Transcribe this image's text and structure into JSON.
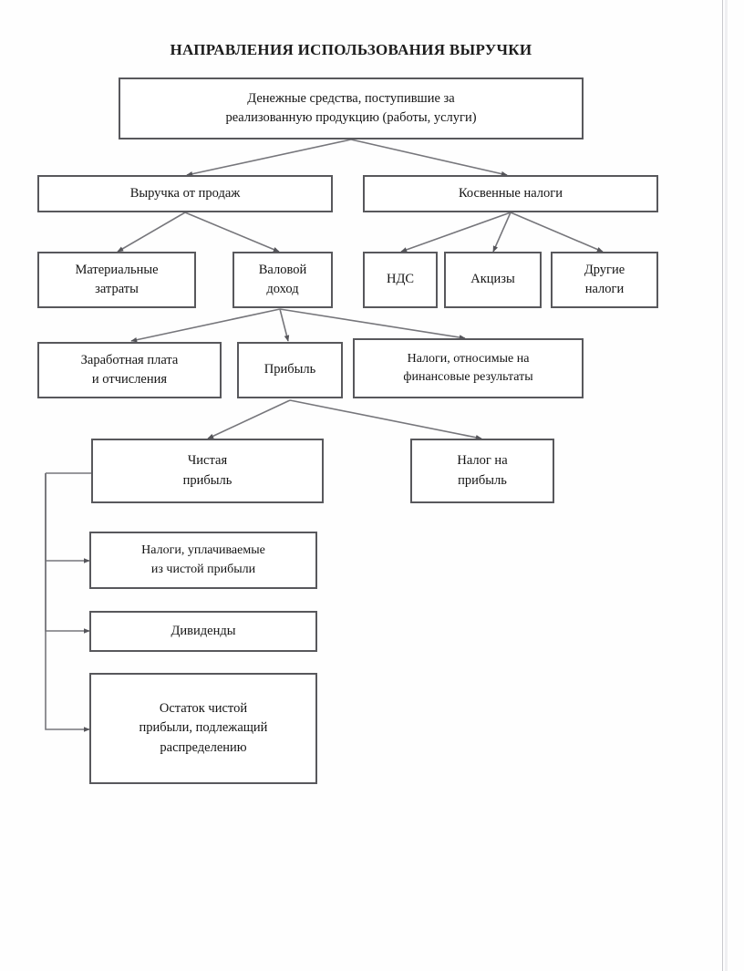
{
  "document": {
    "title": "НАПРАВЛЕНИЯ ИСПОЛЬЗОВАНИЯ ВЫРУЧКИ",
    "language": "ru"
  },
  "chart_data": {
    "type": "diagram",
    "diagram_kind": "flowchart-tree",
    "title": "НАПРАВЛЕНИЯ ИСПОЛЬЗОВАНИЯ ВЫРУЧКИ",
    "orientation": "top-down",
    "nodes": [
      {
        "id": "cash",
        "label": "Денежные средства, поступившие за\nреализованную продукцию (работы, услуги)",
        "level": 0
      },
      {
        "id": "revenue",
        "label": "Выручка от продаж",
        "level": 1
      },
      {
        "id": "indirect_tax",
        "label": "Косвенные налоги",
        "level": 1
      },
      {
        "id": "material",
        "label": "Материальные\nзатраты",
        "level": 2
      },
      {
        "id": "gross_income",
        "label": "Валовой\nдоход",
        "level": 2
      },
      {
        "id": "vat",
        "label": "НДС",
        "level": 2
      },
      {
        "id": "excise",
        "label": "Акцизы",
        "level": 2
      },
      {
        "id": "other_taxes",
        "label": "Другие\nналоги",
        "level": 2
      },
      {
        "id": "wages",
        "label": "Заработная плата\nи отчисления",
        "level": 3
      },
      {
        "id": "profit",
        "label": "Прибыль",
        "level": 3
      },
      {
        "id": "fin_res_taxes",
        "label": "Налоги, относимые на\nфинансовые результаты",
        "level": 3
      },
      {
        "id": "net_profit",
        "label": "Чистая\nприбыль",
        "level": 4
      },
      {
        "id": "profit_tax",
        "label": "Налог на\nприбыль",
        "level": 4
      },
      {
        "id": "taxes_from_np",
        "label": "Налоги, уплачиваемые\nиз чистой прибыли",
        "level": 5
      },
      {
        "id": "dividends",
        "label": "Дивиденды",
        "level": 5
      },
      {
        "id": "remainder",
        "label": "Остаток чистой\nприбыли, подлежащий\nраспределению",
        "level": 5
      }
    ],
    "edges": [
      {
        "from": "cash",
        "to": "revenue"
      },
      {
        "from": "cash",
        "to": "indirect_tax"
      },
      {
        "from": "revenue",
        "to": "material"
      },
      {
        "from": "revenue",
        "to": "gross_income"
      },
      {
        "from": "indirect_tax",
        "to": "vat"
      },
      {
        "from": "indirect_tax",
        "to": "excise"
      },
      {
        "from": "indirect_tax",
        "to": "other_taxes"
      },
      {
        "from": "gross_income",
        "to": "wages"
      },
      {
        "from": "gross_income",
        "to": "profit"
      },
      {
        "from": "gross_income",
        "to": "fin_res_taxes"
      },
      {
        "from": "profit",
        "to": "net_profit"
      },
      {
        "from": "profit",
        "to": "profit_tax"
      },
      {
        "from": "net_profit",
        "to": "taxes_from_np"
      },
      {
        "from": "net_profit",
        "to": "dividends"
      },
      {
        "from": "net_profit",
        "to": "remainder"
      }
    ],
    "colors": {
      "box_border": "#58585c",
      "box_fill": "#ffffff",
      "connector": "#6b6b70",
      "text": "#141414",
      "page_background": "#ffffff"
    }
  },
  "nodes": {
    "cash": "Денежные средства, поступившие за\nреализованную продукцию (работы, услуги)",
    "revenue": "Выручка от продаж",
    "indirect_tax": "Косвенные налоги",
    "material": "Материальные\nзатраты",
    "gross_income": "Валовой\nдоход",
    "vat": "НДС",
    "excise": "Акцизы",
    "other_taxes": "Другие\nналоги",
    "wages": "Заработная плата\nи отчисления",
    "profit": "Прибыль",
    "fin_res_taxes": "Налоги, относимые на\nфинансовые результаты",
    "net_profit": "Чистая\nприбыль",
    "profit_tax": "Налог на\nприбыль",
    "taxes_from_np": "Налоги, уплачиваемые\nиз чистой прибыли",
    "dividends": "Дивиденды",
    "remainder": "Остаток чистой\nприбыли, подлежащий\nраспределению"
  }
}
